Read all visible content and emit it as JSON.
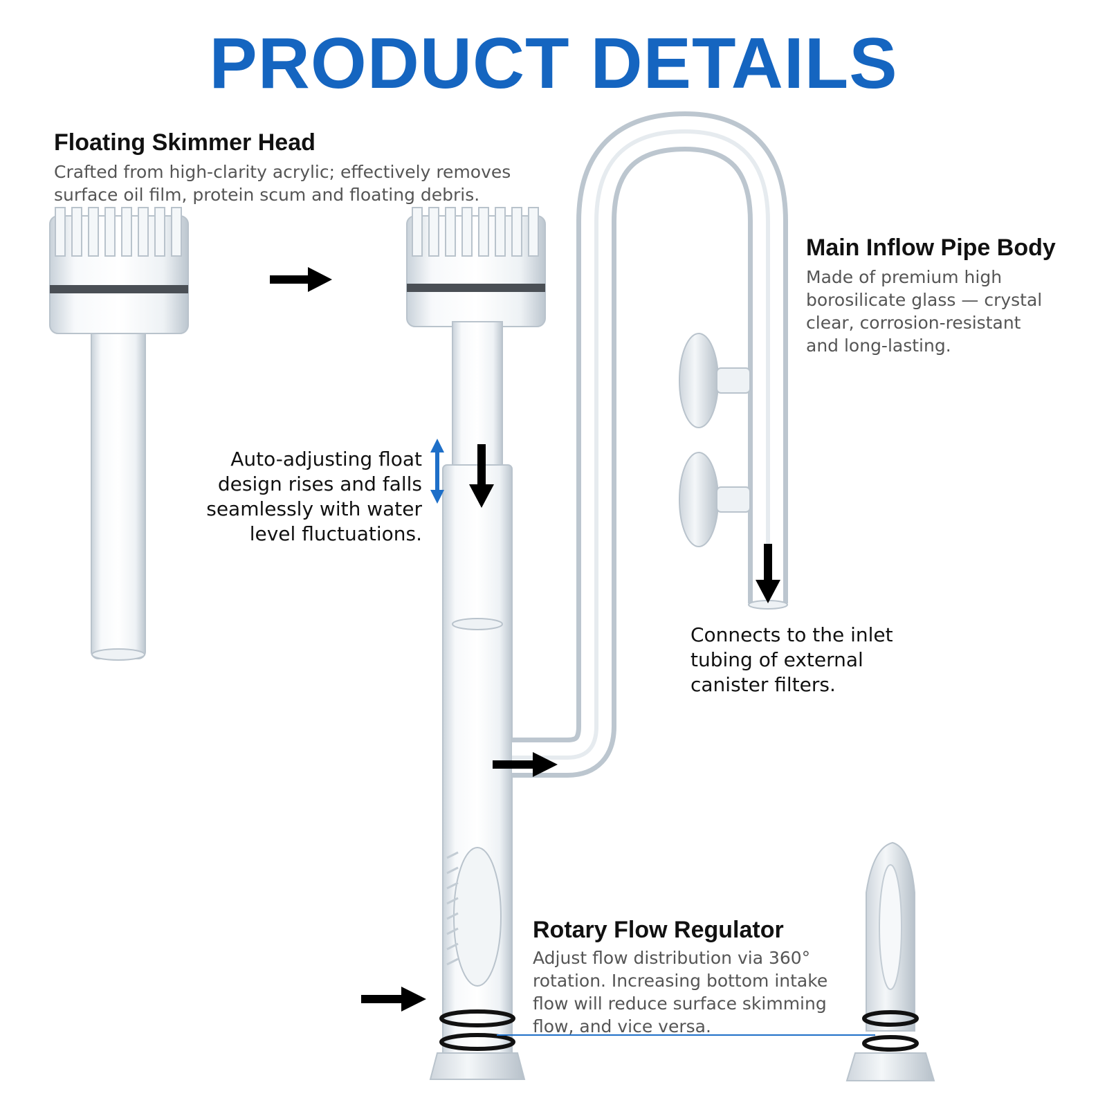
{
  "title": "PRODUCT DETAILS",
  "skimmer_head": {
    "heading": "Floating Skimmer Head",
    "lines": [
      "Crafted from high-clarity acrylic; effectively removes",
      "surface oil film, protein scum and floating debris."
    ]
  },
  "inflow_pipe": {
    "heading": "Main Inflow Pipe Body",
    "lines": [
      "Made of premium high",
      "borosilicate glass — crystal",
      "clear, corrosion-resistant",
      "and long-lasting."
    ]
  },
  "float_note": {
    "lines": [
      "Auto-adjusting float",
      "design rises and falls",
      "seamlessly with water",
      "level fluctuations."
    ]
  },
  "inlet_note": {
    "lines": [
      "Connects to the inlet",
      "tubing of external",
      "canister filters."
    ]
  },
  "flow_regulator": {
    "heading": "Rotary Flow Regulator",
    "lines": [
      "Adjust flow distribution via 360°",
      "rotation. Increasing bottom intake",
      "flow will reduce surface skimming",
      "flow, and vice versa."
    ]
  },
  "colors": {
    "title": "#1565c0",
    "accent_arrow": "#1e6fc8",
    "arrow": "#000000",
    "glass": "#dde4ea"
  }
}
